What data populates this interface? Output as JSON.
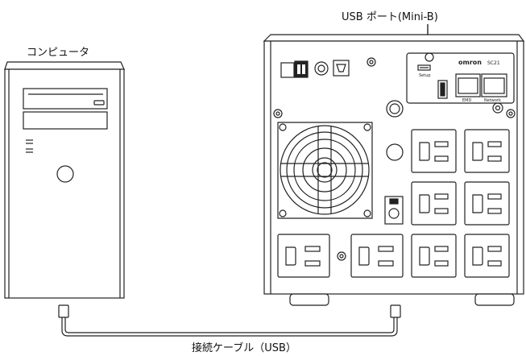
{
  "labels": {
    "computer": "コンピュータ",
    "usb_port": "USB ポート(Mini-B)",
    "cable": "接続ケーブル（USB）"
  },
  "ups_panel": {
    "brand": "omron",
    "model": "SC21",
    "setup": "Setup",
    "emd": "EMD",
    "network": "Network"
  },
  "colors": {
    "stroke": "#222222",
    "fill": "#ffffff"
  }
}
